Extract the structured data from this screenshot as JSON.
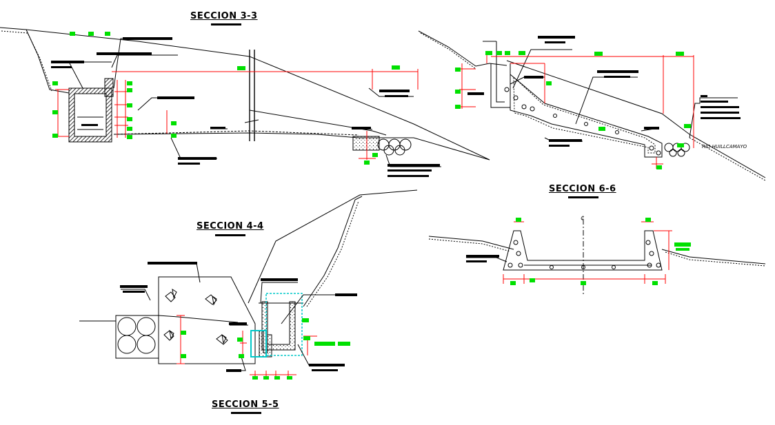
{
  "sections": {
    "s33": "SECCION 3-3",
    "s66": "SECCION 6-6",
    "s44": "SECCION 4-4",
    "s55": "SECCION 5-5"
  },
  "labels": {
    "river": "RIO HUILLCAMAYO",
    "centerline": "¢"
  },
  "colors": {
    "line": "#000000",
    "dimension": "#ff0000",
    "tag": "#00e000",
    "concrete": "#00c8c8"
  }
}
